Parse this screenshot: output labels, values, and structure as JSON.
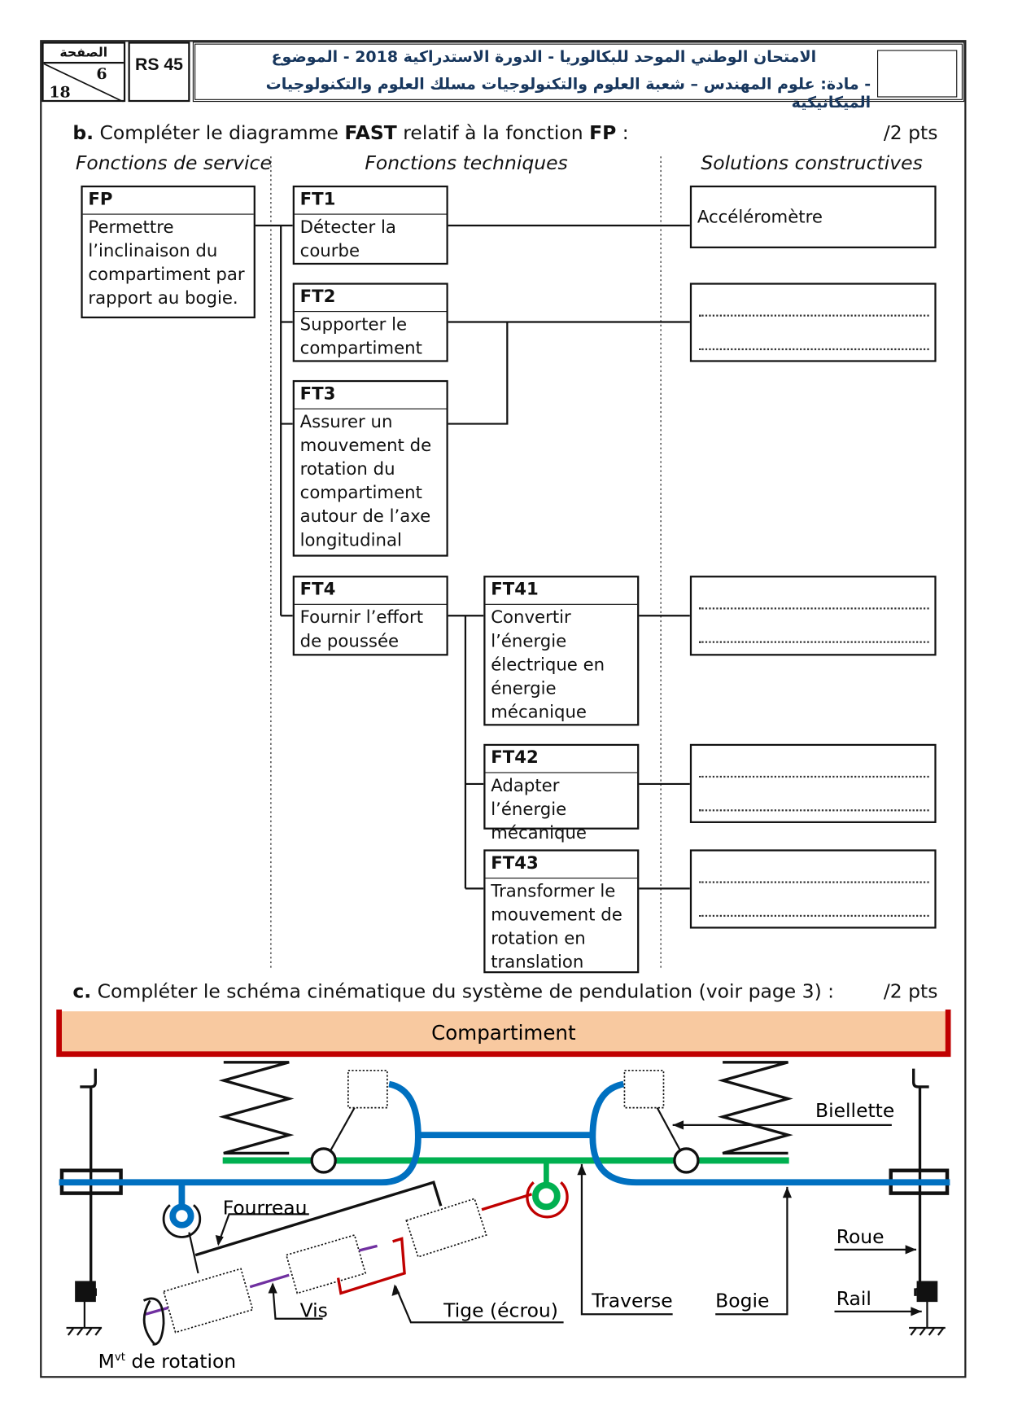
{
  "header": {
    "page_label": "الصفحة",
    "page_number": "6",
    "page_total": "18",
    "code": "RS 45",
    "line1": "الامتحان الوطني الموحد للبكالوريا - الدورة الاستدراكية 2018 - الموضوع",
    "line2": "- مادة: علوم المهندس – شعبة العلوم والتكنولوجيات مسلك العلوم والتكنولوجيات الميكانيكية"
  },
  "section_b": {
    "letter": "b.",
    "title_pre": "Compléter le diagramme ",
    "title_bold1": "FAST",
    "title_mid": " relatif à la fonction ",
    "title_bold2": "FP",
    "title_end": " :",
    "points": "/2 pts",
    "columns": [
      "Fonctions de service",
      "Fonctions techniques",
      "Solutions constructives"
    ],
    "fp": {
      "id": "FP",
      "text": "Permettre l’inclinaison du compartiment par rapport au bogie."
    },
    "functions": [
      {
        "id": "FT1",
        "text": "Détecter la courbe"
      },
      {
        "id": "FT2",
        "text": "Supporter le compartiment"
      },
      {
        "id": "FT3",
        "text": "Assurer un mouvement de rotation du compartiment autour de l’axe longitudinal"
      },
      {
        "id": "FT4",
        "text": "Fournir l’effort de poussée"
      },
      {
        "id": "FT41",
        "text": "Convertir l’énergie électrique en énergie mécanique"
      },
      {
        "id": "FT42",
        "text": "Adapter l’énergie mécanique"
      },
      {
        "id": "FT43",
        "text": "Transformer le mouvement de rotation en translation"
      }
    ],
    "solutions": [
      "Accéléromètre",
      "",
      "",
      "",
      ""
    ]
  },
  "section_c": {
    "letter": "c.",
    "title": "Compléter le schéma cinématique du système de pendulation (voir page 3) :",
    "points": "/2 pts",
    "labels": {
      "compartiment": "Compartiment",
      "biellette": "Biellette",
      "fourreau": "Fourreau",
      "roue": "Roue",
      "rail": "Rail",
      "vis": "Vis",
      "tige": "Tige (écrou)",
      "traverse": "Traverse",
      "bogie": "Bogie",
      "mvt_main": "M",
      "mvt_sup": "vt",
      "mvt_rest": " de rotation"
    },
    "colors": {
      "blue": "#0070c0",
      "green": "#00b050",
      "red": "#c00000",
      "purple": "#7030a0",
      "compartment_fill": "#f8c9a0"
    }
  }
}
